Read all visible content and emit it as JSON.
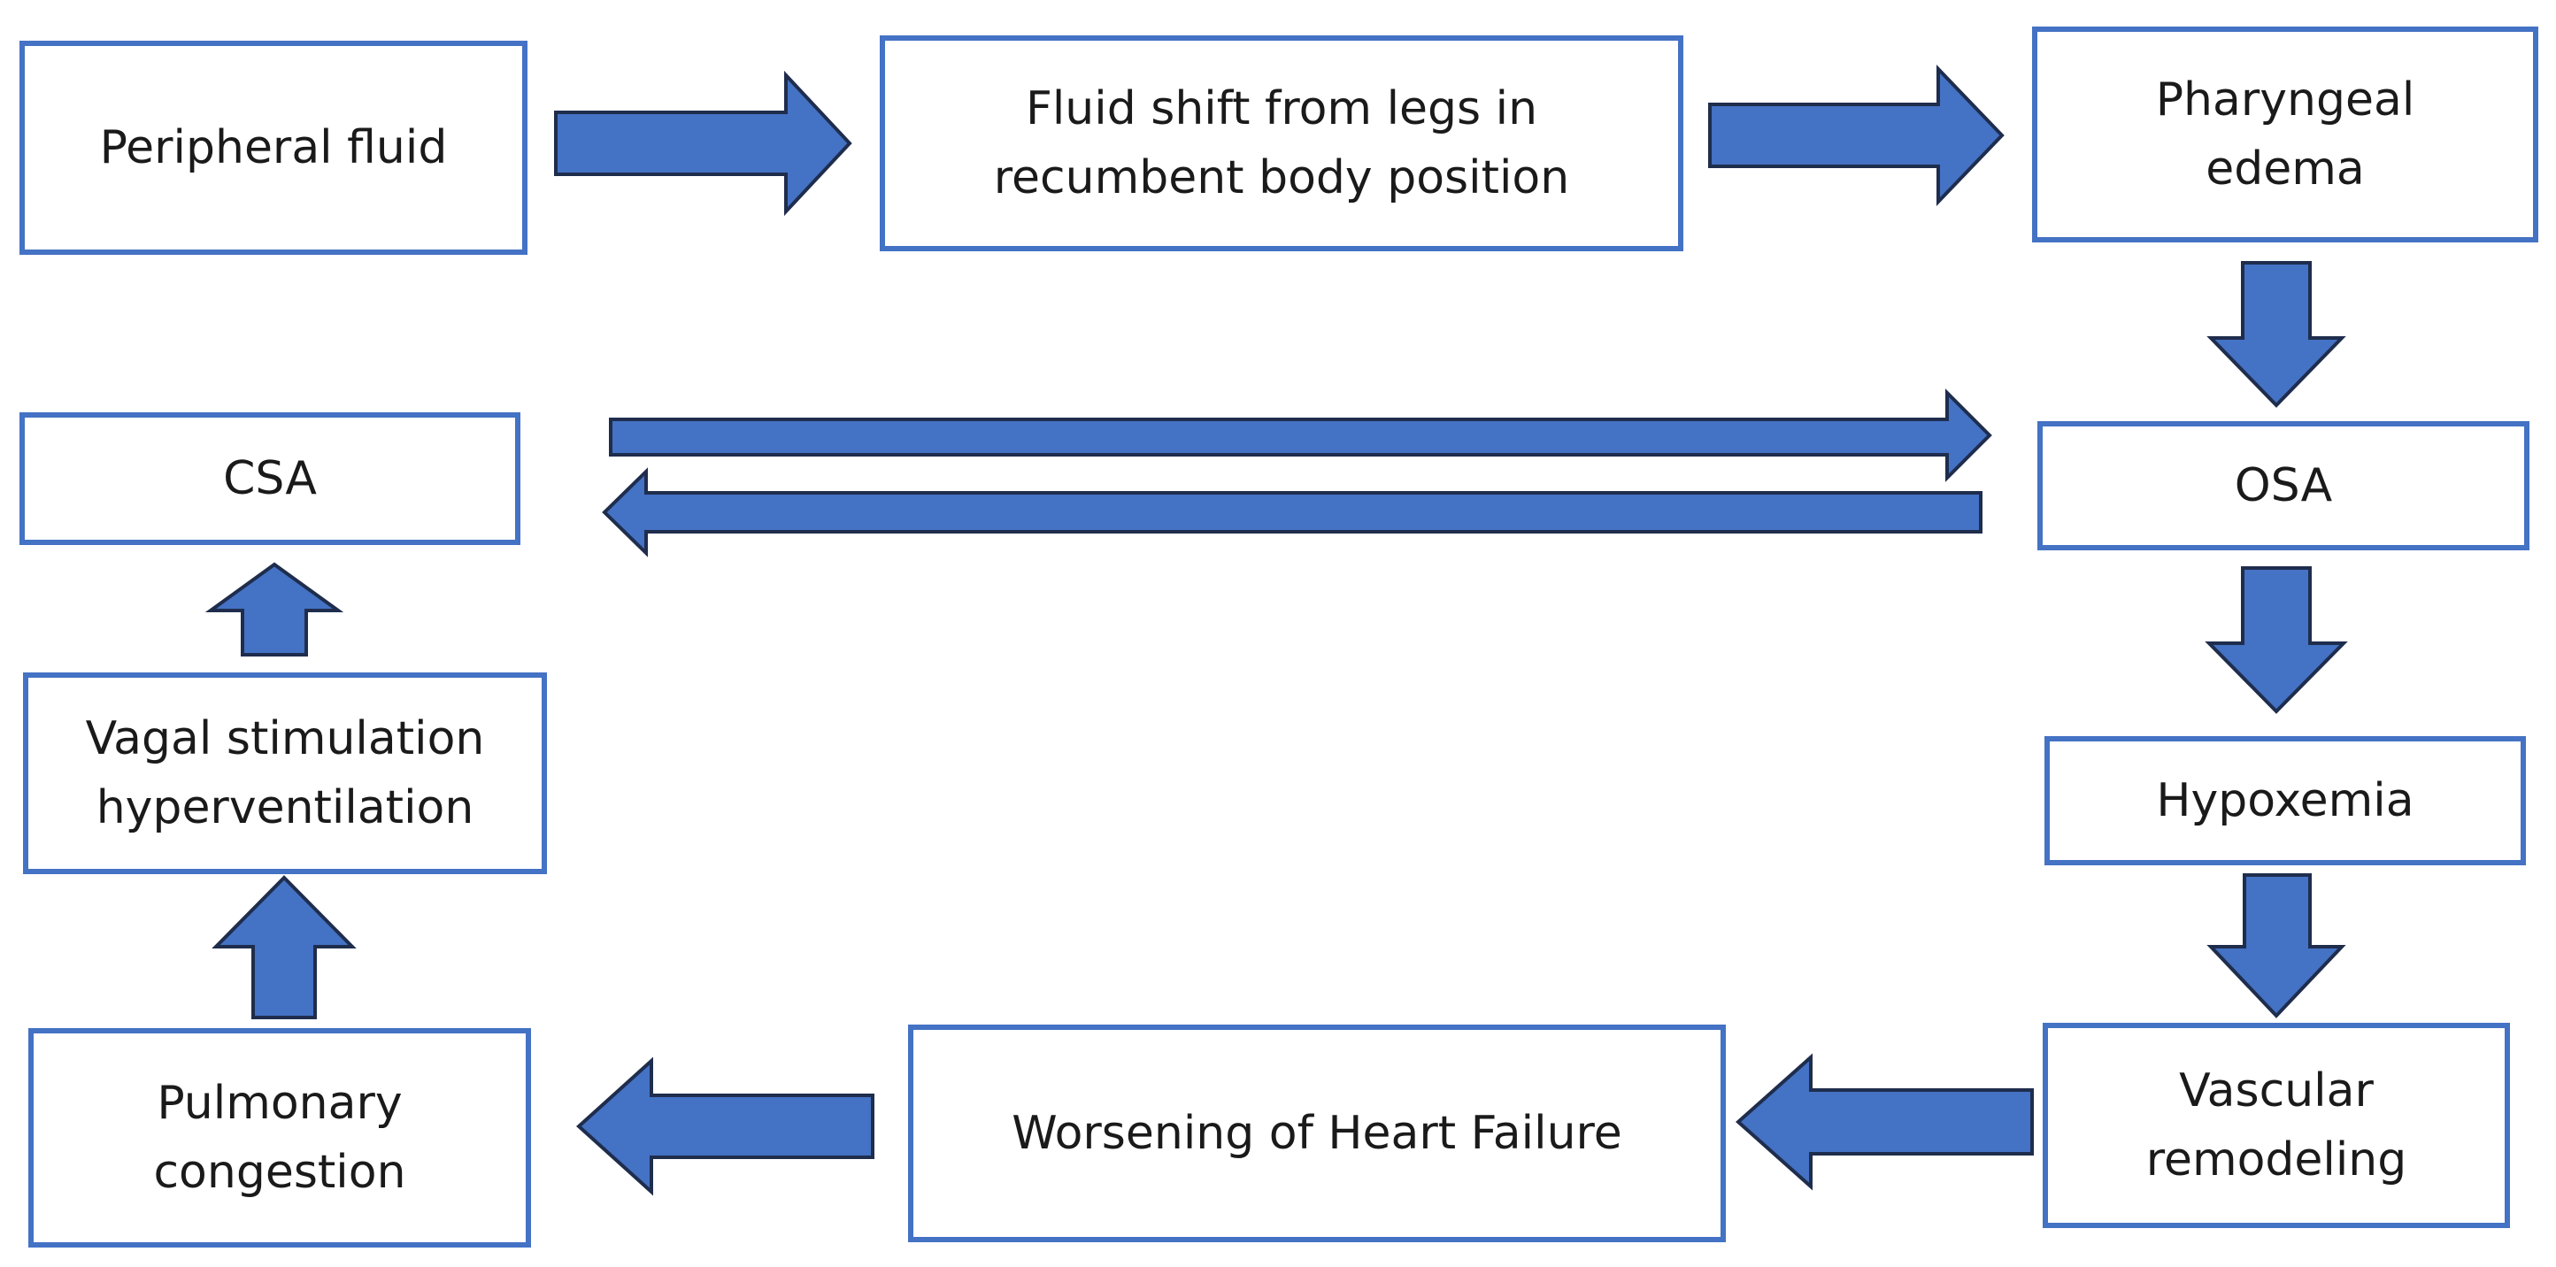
{
  "nodes": {
    "peripheral_fluid": "Peripheral fluid",
    "fluid_shift": {
      "line1": "Fluid shift from legs in",
      "line2": "recumbent body position"
    },
    "pharyngeal_edema": {
      "line1": "Pharyngeal",
      "line2": "edema"
    },
    "osa": "OSA",
    "csa": "CSA",
    "hypoxemia": "Hypoxemia",
    "vascular_remodeling": {
      "line1": "Vascular",
      "line2": "remodeling"
    },
    "worsening_heart_failure": "Worsening of Heart Failure",
    "pulmonary_congestion": {
      "line1": "Pulmonary",
      "line2": "congestion"
    },
    "vagal_stimulation": {
      "line1": "Vagal stimulation",
      "line2": "hyperventilation"
    }
  },
  "colors": {
    "box_border": "#4472C4",
    "arrow_fill": "#4472C4",
    "arrow_outline": "#1f2d4d"
  }
}
